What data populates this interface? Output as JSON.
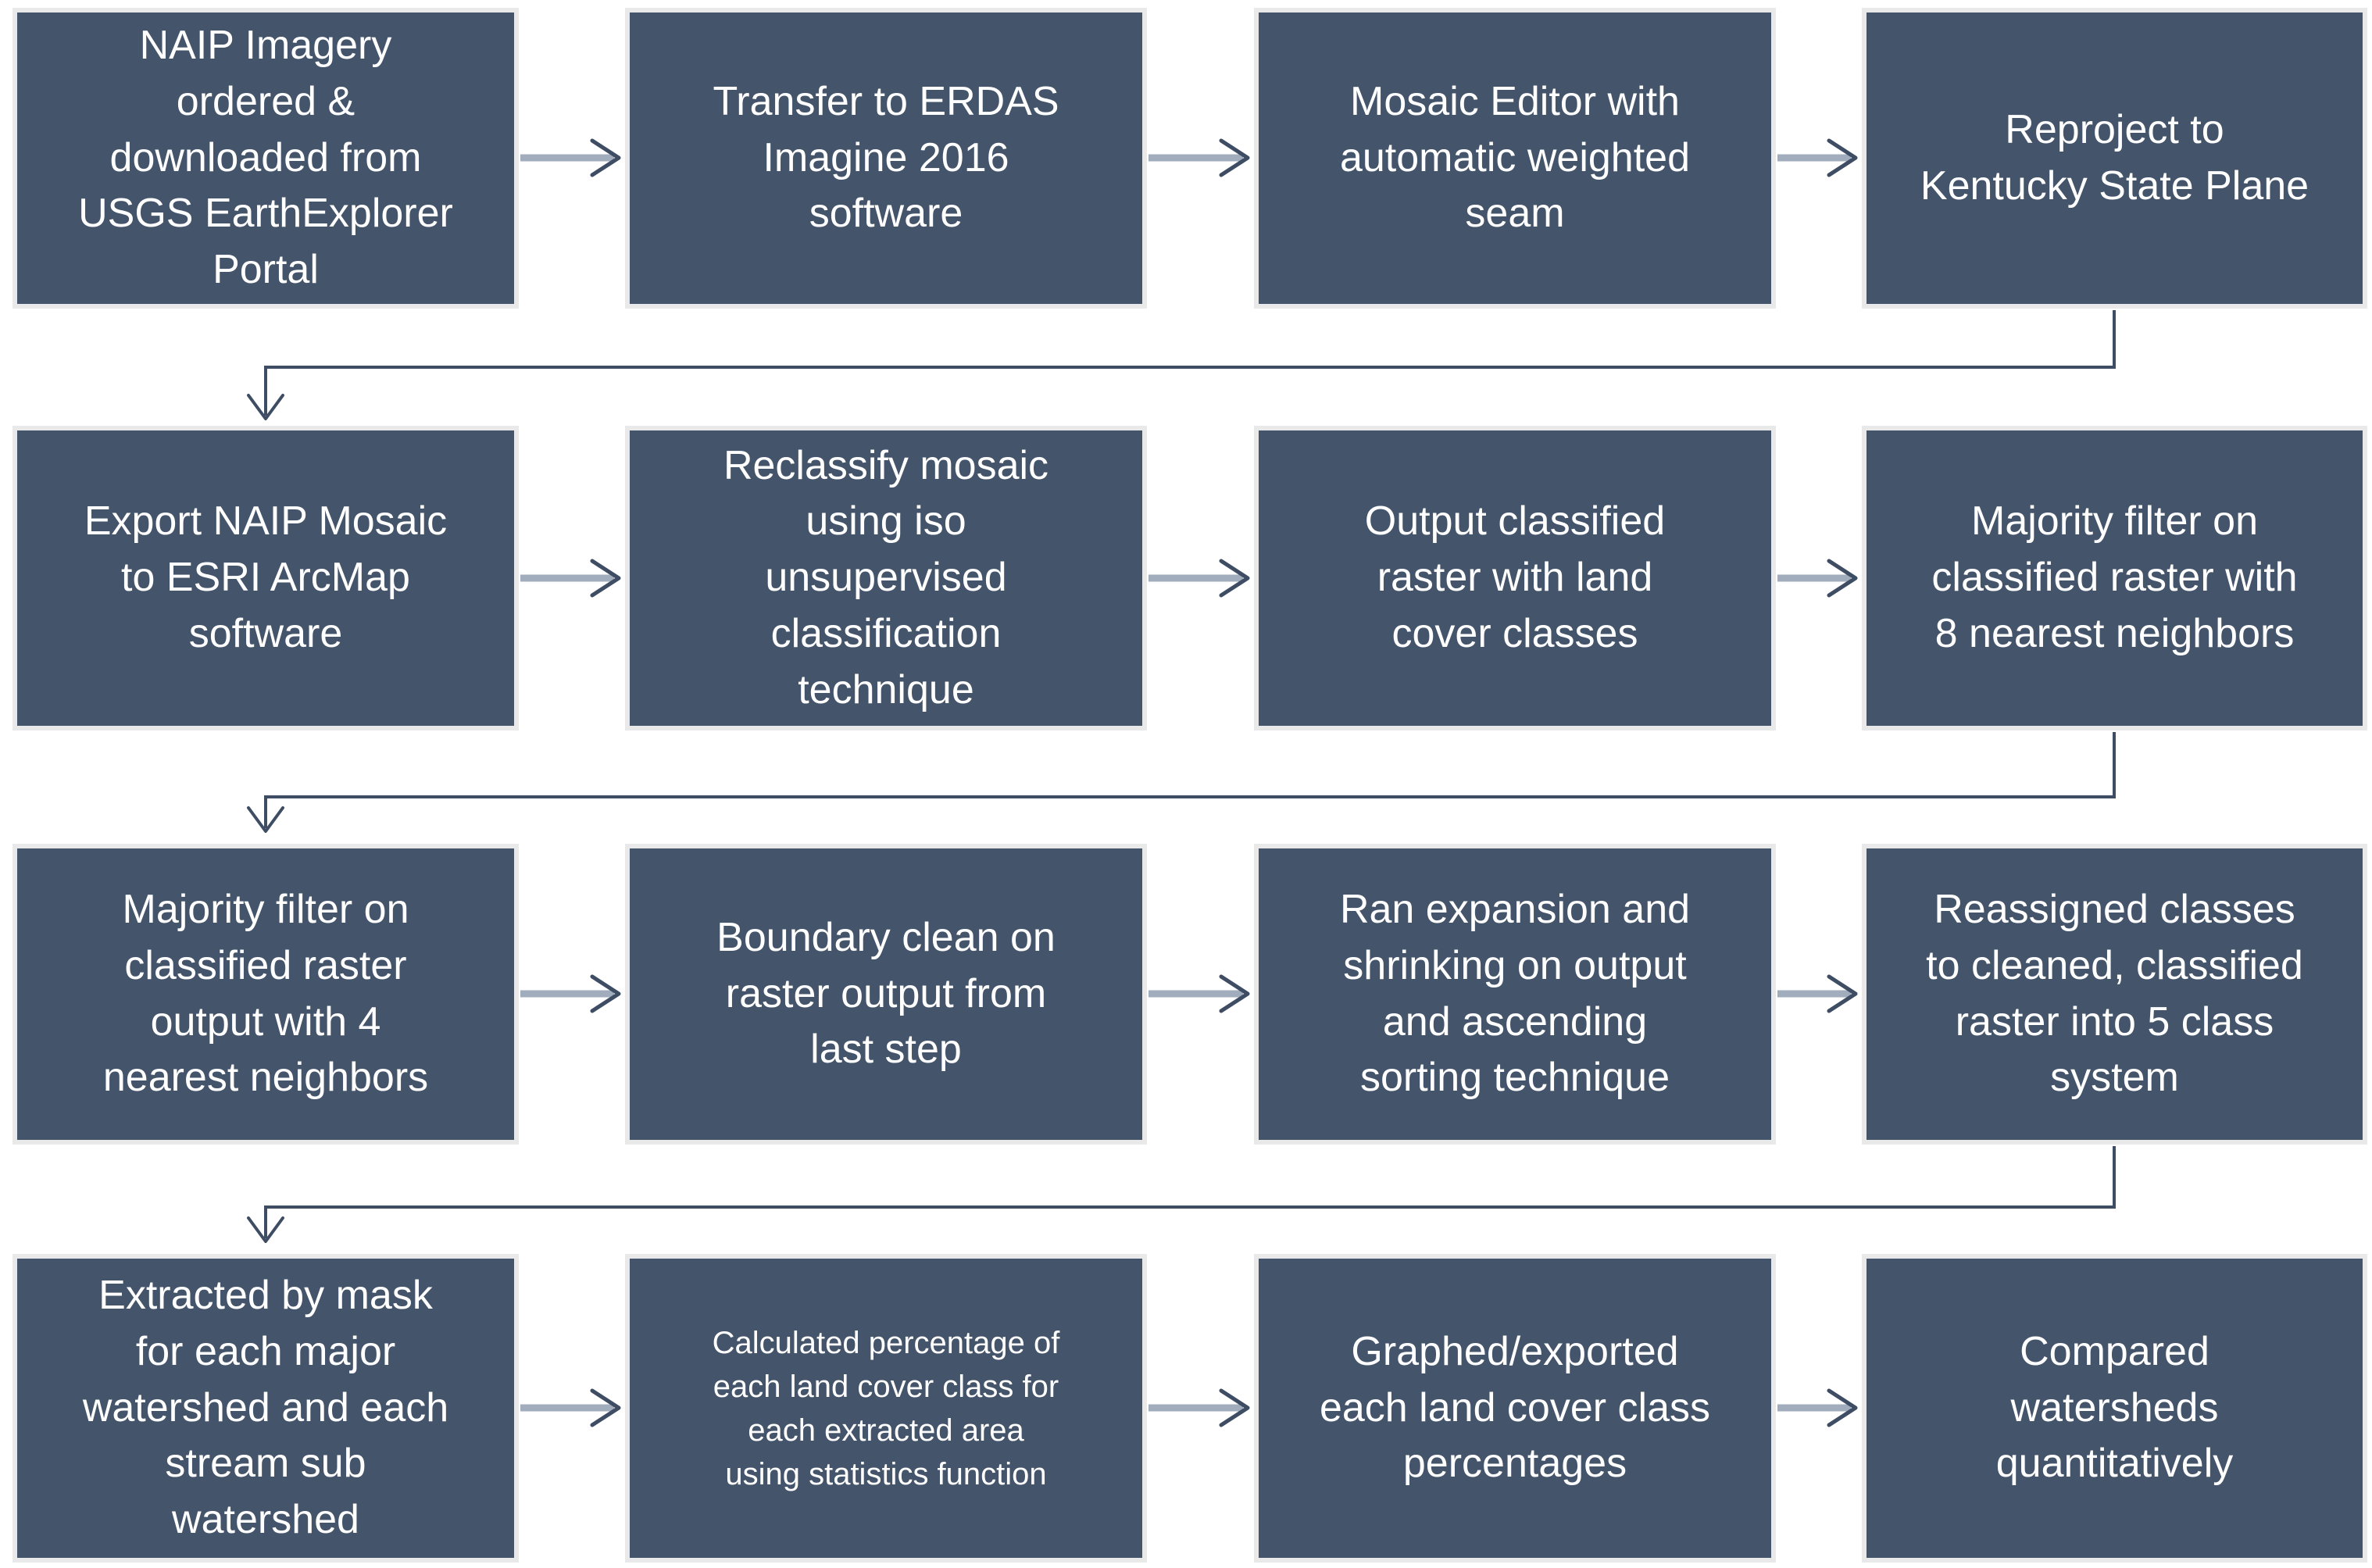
{
  "diagram": {
    "rows": [
      {
        "boxes": [
          {
            "text": "NAIP Imagery\nordered &\ndownloaded from\nUSGS EarthExplorer\nPortal"
          },
          {
            "text": "Transfer to ERDAS\nImagine 2016\nsoftware"
          },
          {
            "text": "Mosaic Editor with\nautomatic weighted\nseam"
          },
          {
            "text": "Reproject to\nKentucky State Plane"
          }
        ]
      },
      {
        "boxes": [
          {
            "text": "Export NAIP Mosaic\nto ESRI ArcMap\nsoftware"
          },
          {
            "text": "Reclassify mosaic\nusing iso\nunsupervised\nclassification\ntechnique"
          },
          {
            "text": "Output classified\nraster with land\ncover classes"
          },
          {
            "text": "Majority filter on\nclassified raster with\n8 nearest neighbors"
          }
        ]
      },
      {
        "boxes": [
          {
            "text": "Majority filter on\nclassified raster\noutput with 4\nnearest neighbors"
          },
          {
            "text": "Boundary clean on\nraster output from\nlast step"
          },
          {
            "text": "Ran expansion and\nshrinking on output\nand ascending\nsorting technique"
          },
          {
            "text": "Reassigned classes\nto cleaned, classified\nraster into 5 class\nsystem"
          }
        ]
      },
      {
        "boxes": [
          {
            "text": "Extracted by mask\nfor each major\nwatershed and each\nstream sub\nwatershed"
          },
          {
            "text": "Calculated percentage of\neach land cover class for\neach extracted area\nusing statistics function",
            "text_size": "reduced"
          },
          {
            "text": "Graphed/exported\neach land cover class\npercentages"
          },
          {
            "text": "Compared\nwatersheds\nquantitatively"
          }
        ]
      }
    ]
  },
  "colors": {
    "box_fill": "#44546A",
    "box_border": "#E9E9E9",
    "box_text": "#FFFFFF",
    "arrow_shaft": "#A1ACBC",
    "arrow_dark": "#3E4D63",
    "background": "#FFFFFF"
  }
}
